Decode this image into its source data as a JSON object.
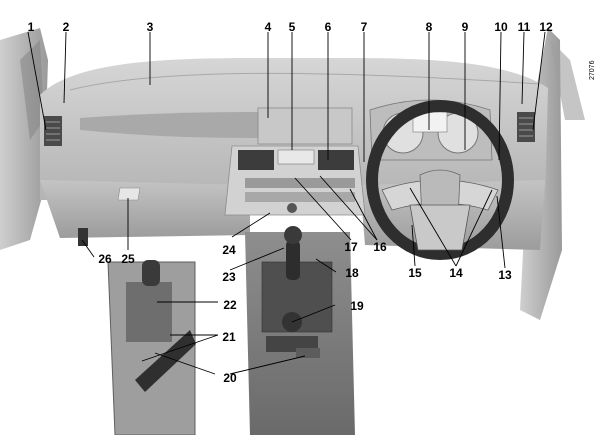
{
  "figure": {
    "reference_code": "27076",
    "callouts": {
      "c1": "1",
      "c2": "2",
      "c3": "3",
      "c4": "4",
      "c5": "5",
      "c6": "6",
      "c7": "7",
      "c8": "8",
      "c9": "9",
      "c10": "10",
      "c11": "11",
      "c12": "12",
      "c13": "13",
      "c14": "14",
      "c15": "15",
      "c16": "16",
      "c17": "17",
      "c18": "18",
      "c19": "19",
      "c20": "20",
      "c21": "21",
      "c22": "22",
      "c23": "23",
      "c24": "24",
      "c25": "25",
      "c26": "26"
    }
  }
}
